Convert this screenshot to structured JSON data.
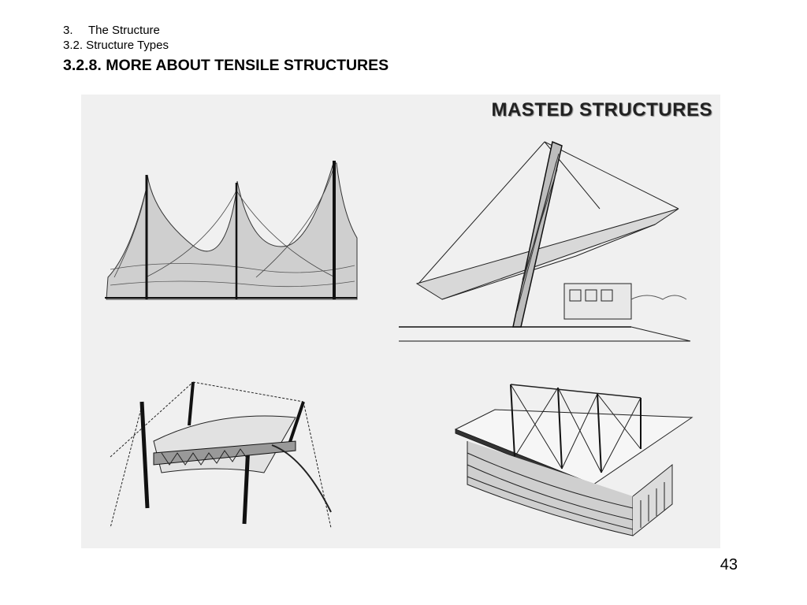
{
  "heading": {
    "chapter_number": "3.",
    "chapter_title": "The Structure",
    "section": "3.2. Structure Types",
    "subsection_title": "3.2.8. MORE ABOUT TENSILE STRUCTURES"
  },
  "panel": {
    "title": "MASTED STRUCTURES",
    "illustrations": [
      "tent-mast-sketch",
      "cantilever-mast-sketch",
      "truss-frame-sketch",
      "masted-roof-building-sketch"
    ]
  },
  "page_number": "43"
}
